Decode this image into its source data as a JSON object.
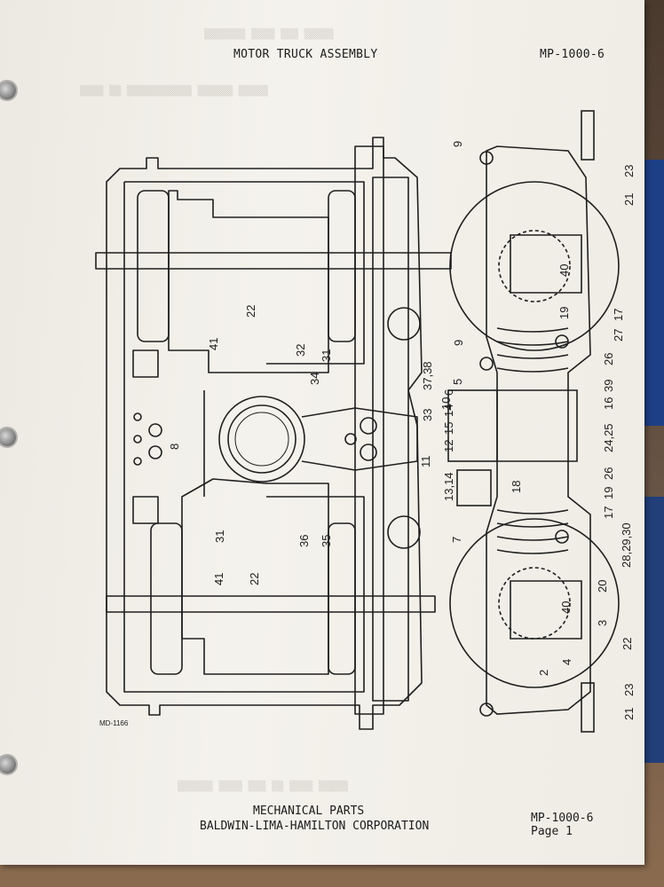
{
  "header": {
    "title": "MOTOR TRUCK ASSEMBLY",
    "doc_number": "MP-1000-6"
  },
  "drawing": {
    "drawing_number": "MD-1166",
    "plan_view_callouts": [
      "22",
      "41",
      "32",
      "31",
      "34",
      "37,38",
      "33",
      "8",
      "31",
      "36",
      "35",
      "41",
      "22",
      "11"
    ],
    "side_view_callouts": [
      "9",
      "23",
      "21",
      "40",
      "19",
      "27",
      "17",
      "9",
      "26",
      "39",
      "16",
      "10",
      "6",
      "5",
      "15",
      "14",
      "12",
      "24,25",
      "13,14",
      "26",
      "18",
      "19",
      "7",
      "17",
      "28,29,30",
      "20",
      "40",
      "3",
      "22",
      "4",
      "2",
      "23",
      "21"
    ]
  },
  "footer": {
    "line1": "MECHANICAL PARTS",
    "line2": "BALDWIN-LIMA-HAMILTON CORPORATION",
    "doc_number": "MP-1000-6",
    "page": "Page 1"
  },
  "colors": {
    "paper": "#f1efe9",
    "ink": "#1c1c1c",
    "binder_tab": "#1d3f86",
    "background": "#5b4a3c"
  }
}
